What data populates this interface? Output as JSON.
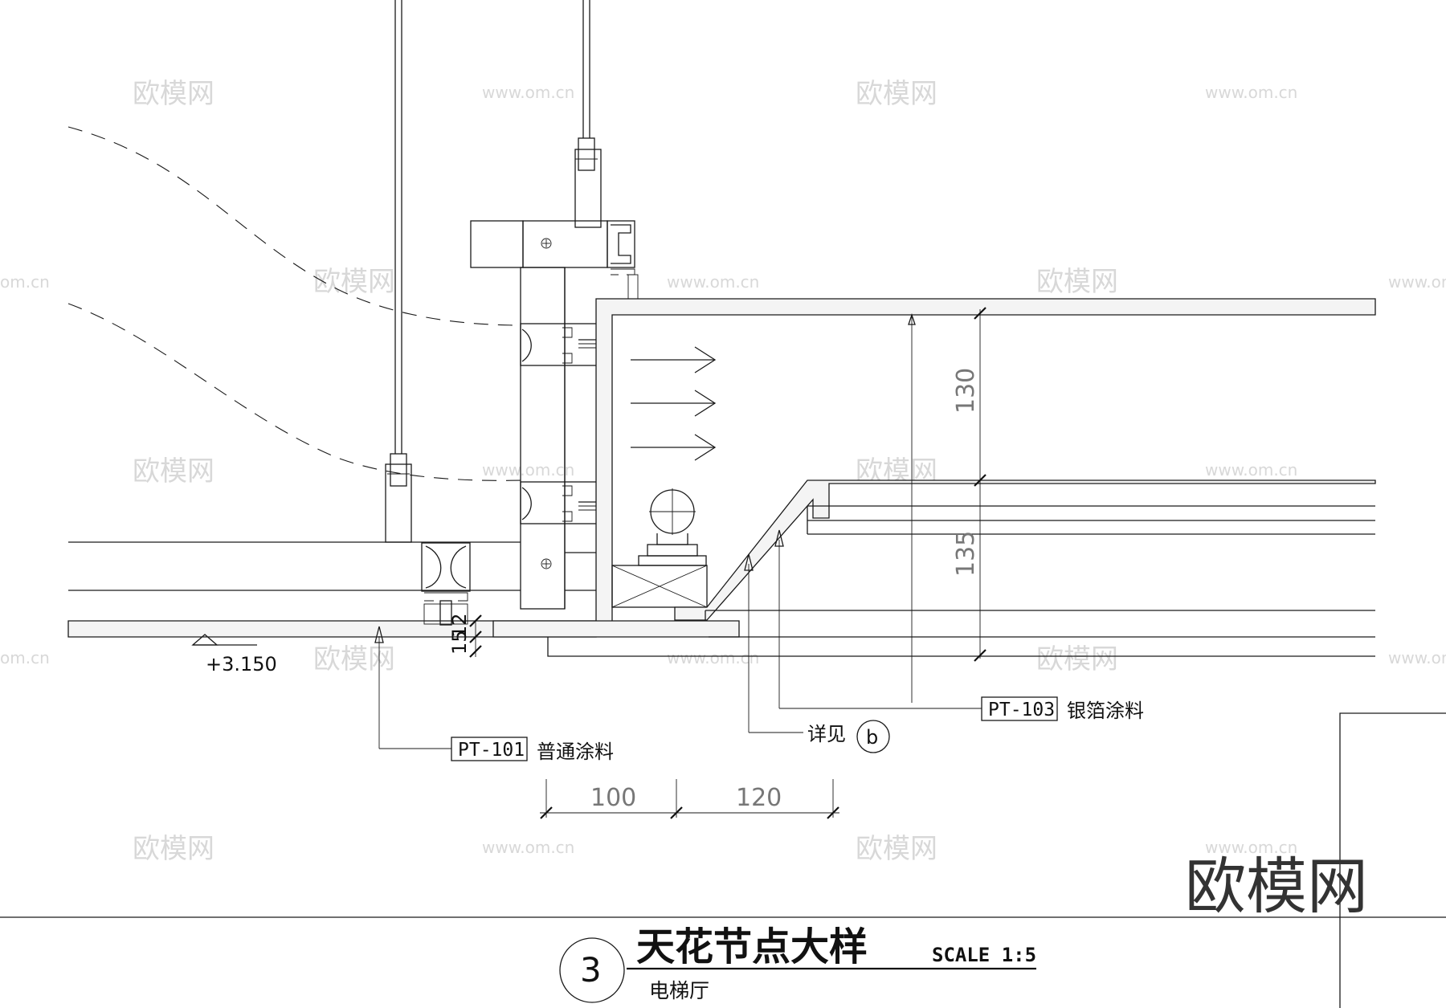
{
  "watermarks": {
    "cn": "欧模网",
    "url": "www.om.cn",
    "url_partial": "om.cn"
  },
  "logo": "欧模网",
  "level_mark": "+3.150",
  "dimensions": {
    "horizontal_1": "100",
    "horizontal_2": "120",
    "vertical_1": "130",
    "vertical_2": "135",
    "small_1": "15",
    "small_2": "12"
  },
  "callouts": {
    "pt101_code": "PT-101",
    "pt101_desc": "普通涂料",
    "pt103_code": "PT-103",
    "pt103_desc": "银箔涂料",
    "detail_ref_text": "详见",
    "detail_ref_letter": "b"
  },
  "title_block": {
    "number": "3",
    "title": "天花节点大样",
    "scale": "SCALE 1:5",
    "subtitle": "电梯厅"
  }
}
